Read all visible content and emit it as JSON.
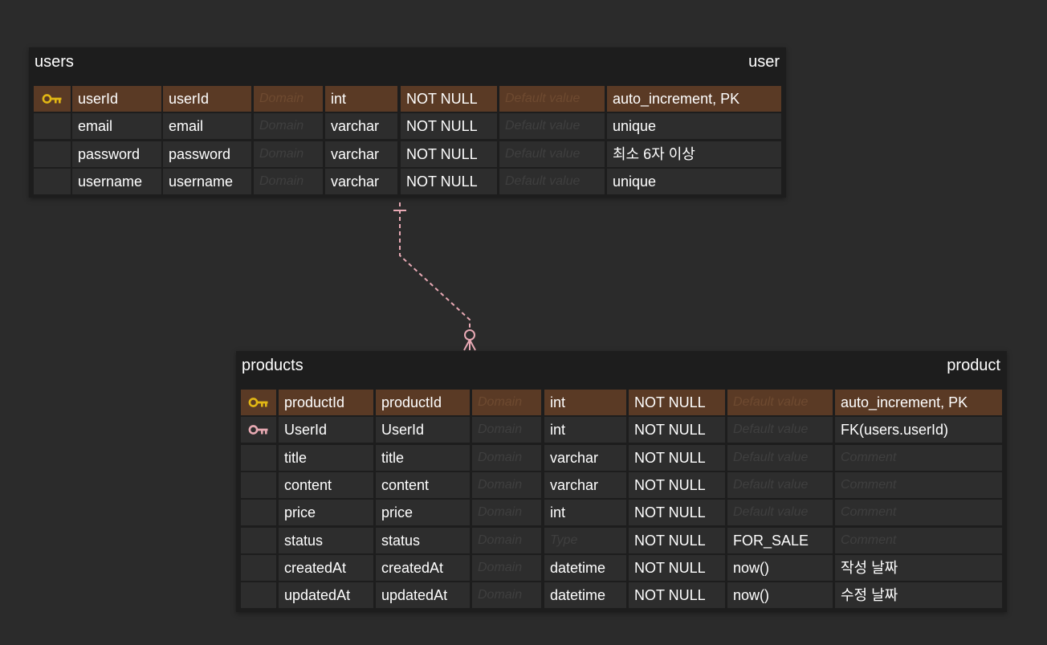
{
  "colors": {
    "background": "#2b2b2b",
    "table_background": "#1d1d1d",
    "cell_background": "#2d2d2d",
    "pk_row_background": "#5a3a25",
    "pk_key_icon": "#e2b714",
    "fk_key_icon": "#e7a9b2",
    "relationship_line": "#e8a9b4",
    "placeholder_text": "#3f3f3f"
  },
  "tables": {
    "users": {
      "logical_name": "users",
      "physical_name": "user",
      "rows": [
        {
          "key": "pk",
          "logical": "userId",
          "physical": "userId",
          "domain": "Domain",
          "type": "int",
          "null": "NOT NULL",
          "default": "Default value",
          "comment": "auto_increment, PK"
        },
        {
          "key": "",
          "logical": "email",
          "physical": "email",
          "domain": "Domain",
          "type": "varchar",
          "null": "NOT NULL",
          "default": "Default value",
          "comment": "unique"
        },
        {
          "key": "",
          "logical": "password",
          "physical": "password",
          "domain": "Domain",
          "type": "varchar",
          "null": "NOT NULL",
          "default": "Default value",
          "comment": "최소 6자 이상"
        },
        {
          "key": "",
          "logical": "username",
          "physical": "username",
          "domain": "Domain",
          "type": "varchar",
          "null": "NOT NULL",
          "default": "Default value",
          "comment": "unique"
        }
      ]
    },
    "products": {
      "logical_name": "products",
      "physical_name": "product",
      "rows": [
        {
          "key": "pk",
          "logical": "productId",
          "physical": "productId",
          "domain": "Domain",
          "type": "int",
          "null": "NOT NULL",
          "default": "Default value",
          "comment": "auto_increment, PK"
        },
        {
          "key": "fk",
          "logical": "UserId",
          "physical": "UserId",
          "domain": "Domain",
          "type": "int",
          "null": "NOT NULL",
          "default": "Default value",
          "comment": "FK(users.userId)"
        },
        {
          "key": "",
          "logical": "title",
          "physical": "title",
          "domain": "Domain",
          "type": "varchar",
          "null": "NOT NULL",
          "default": "Default value",
          "comment": "Comment"
        },
        {
          "key": "",
          "logical": "content",
          "physical": "content",
          "domain": "Domain",
          "type": "varchar",
          "null": "NOT NULL",
          "default": "Default value",
          "comment": "Comment"
        },
        {
          "key": "",
          "logical": "price",
          "physical": "price",
          "domain": "Domain",
          "type": "int",
          "null": "NOT NULL",
          "default": "Default value",
          "comment": "Comment"
        },
        {
          "key": "",
          "logical": "status",
          "physical": "status",
          "domain": "Domain",
          "type": "Type",
          "null": "NOT NULL",
          "default": "FOR_SALE",
          "comment": "Comment"
        },
        {
          "key": "",
          "logical": "createdAt",
          "physical": "createdAt",
          "domain": "Domain",
          "type": "datetime",
          "null": "NOT NULL",
          "default": "now()",
          "comment": "작성 날짜"
        },
        {
          "key": "",
          "logical": "updatedAt",
          "physical": "updatedAt",
          "domain": "Domain",
          "type": "datetime",
          "null": "NOT NULL",
          "default": "now()",
          "comment": "수정 날짜"
        }
      ]
    }
  },
  "placeholders": [
    "Domain",
    "Type",
    "Default value",
    "Comment"
  ],
  "relationship": {
    "from": "users",
    "to": "products",
    "from_cardinality": "exactly-one",
    "to_cardinality": "zero-or-many",
    "line_style": "dashed"
  }
}
